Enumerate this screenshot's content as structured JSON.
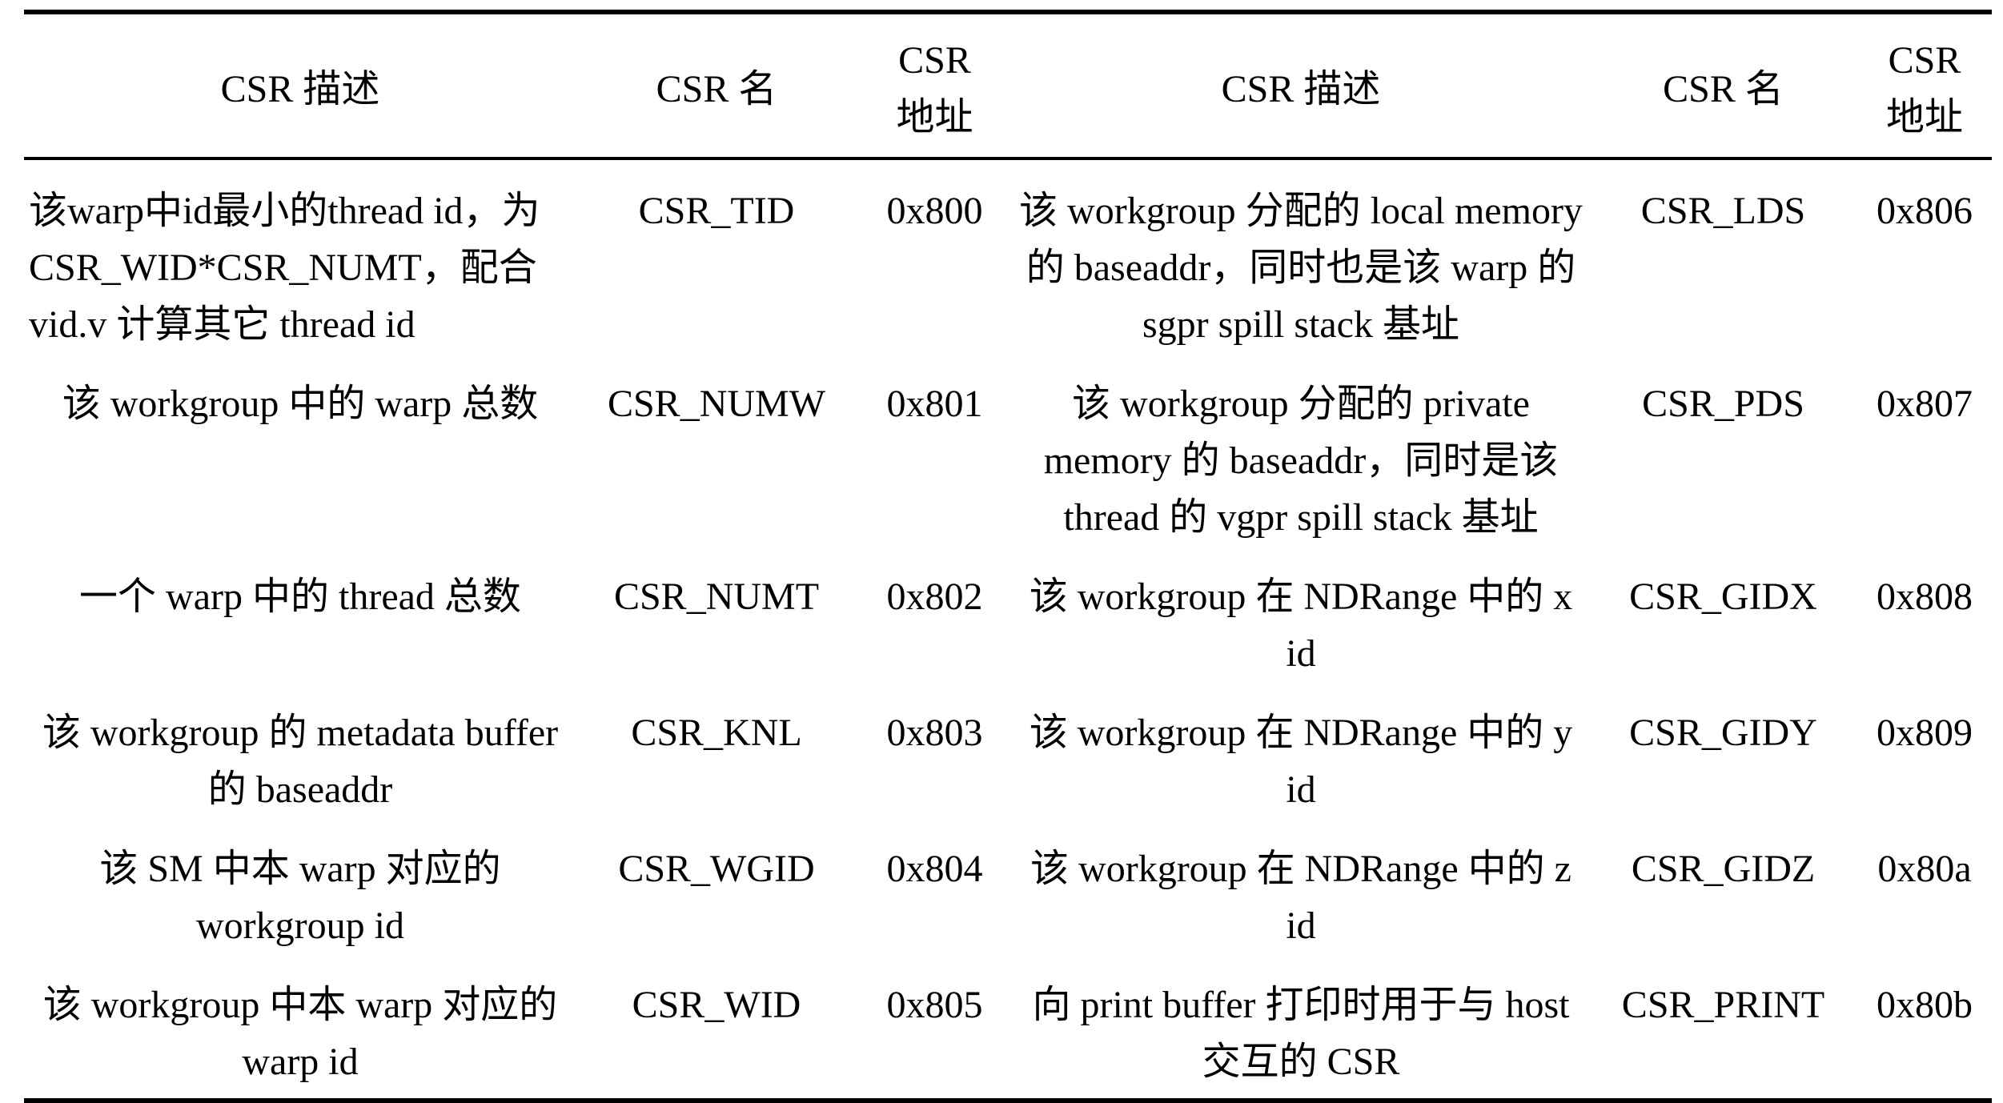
{
  "header": {
    "desc1": "CSR 描述",
    "name1": "CSR 名",
    "addr1_line1": "CSR",
    "addr1_line2": "地址",
    "desc2": "CSR 描述",
    "name2": "CSR 名",
    "addr2_line1": "CSR",
    "addr2_line2": "地址"
  },
  "rows": [
    {
      "desc1": "该warp中id最小的thread id，为 CSR_WID*CSR_NUMT，配合 vid.v 计算其它 thread id",
      "name1": "CSR_TID",
      "addr1": "0x800",
      "desc2": "该 workgroup 分配的 local memory 的 baseaddr，同时也是该 warp 的 sgpr spill stack 基址",
      "name2": "CSR_LDS",
      "addr2": "0x806"
    },
    {
      "desc1": "该 workgroup 中的 warp 总数",
      "name1": "CSR_NUMW",
      "addr1": "0x801",
      "desc2": "该 workgroup 分配的 private memory 的 baseaddr，同时是该 thread 的 vgpr spill stack 基址",
      "name2": "CSR_PDS",
      "addr2": "0x807"
    },
    {
      "desc1": "一个 warp 中的 thread 总数",
      "name1": "CSR_NUMT",
      "addr1": "0x802",
      "desc2": "该 workgroup 在 NDRange 中的 x id",
      "name2": "CSR_GIDX",
      "addr2": "0x808"
    },
    {
      "desc1": "该 workgroup 的 metadata buffer 的 baseaddr",
      "name1": "CSR_KNL",
      "addr1": "0x803",
      "desc2": "该 workgroup 在 NDRange 中的 y id",
      "name2": "CSR_GIDY",
      "addr2": "0x809"
    },
    {
      "desc1": "该 SM 中本 warp 对应的 workgroup id",
      "name1": "CSR_WGID",
      "addr1": "0x804",
      "desc2": "该 workgroup 在 NDRange 中的 z id",
      "name2": "CSR_GIDZ",
      "addr2": "0x80a"
    },
    {
      "desc1": "该 workgroup 中本 warp 对应的 warp id",
      "name1": "CSR_WID",
      "addr1": "0x805",
      "desc2": "向 print buffer 打印时用于与 host 交互的 CSR",
      "name2": "CSR_PRINT",
      "addr2": "0x80b"
    }
  ]
}
